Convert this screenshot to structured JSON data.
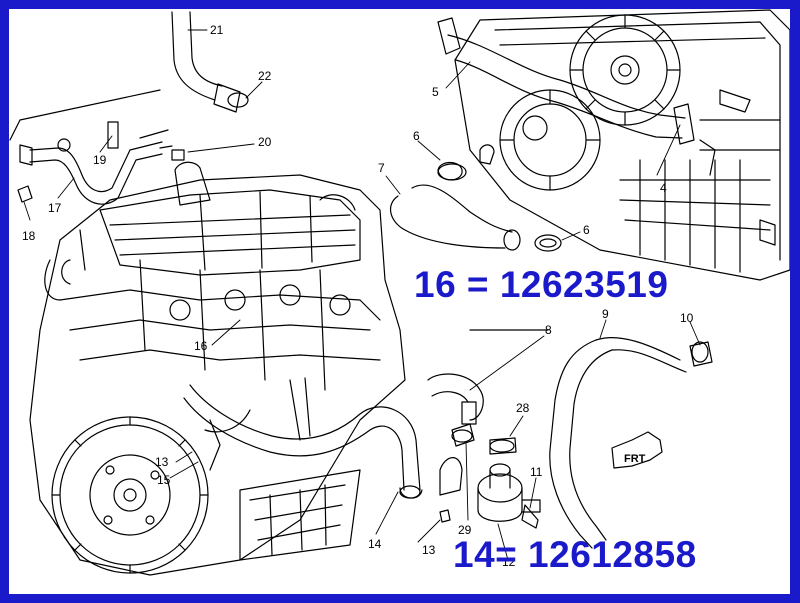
{
  "annotations": {
    "part_16": "16 = 12623519",
    "part_14": "14= 12612858"
  },
  "callouts": {
    "c21": "21",
    "c22": "22",
    "c20": "20",
    "c19": "19",
    "c17": "17",
    "c18": "18",
    "c5": "5",
    "c6a": "6",
    "c7": "7",
    "c4": "4",
    "c6b": "6",
    "c16": "16",
    "c8": "8",
    "c9": "9",
    "c10": "10",
    "c28": "28",
    "c13a": "13",
    "c15": "15",
    "c11": "11",
    "c29": "29",
    "c14": "14",
    "c13b": "13",
    "c12": "12"
  },
  "front_indicator": "FRT",
  "colors": {
    "border": "#1a1acb",
    "annotation_text": "#1a1acb",
    "line_art": "#000000"
  }
}
